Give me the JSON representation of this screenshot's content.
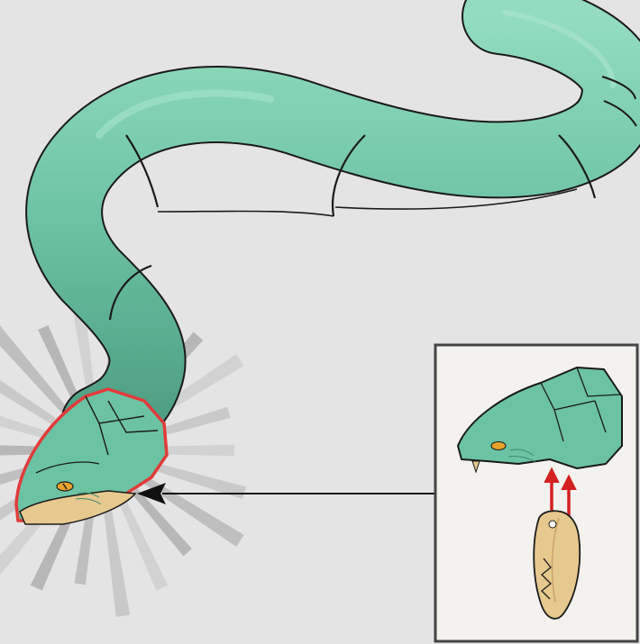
{
  "diagram": {
    "background": "#e4e4e4",
    "colors": {
      "body": "#6cc3a3",
      "body_light": "#8fd8bd",
      "body_dark": "#4f9f84",
      "outline": "#1a1a1a",
      "jaw": "#e6c98f",
      "jaw_dark": "#c9a465",
      "eye": "#e8a22a",
      "highlight": "#e23b3b",
      "arrow": "#d42020",
      "leader": "#111111",
      "inset_bg": "#f3f2ee",
      "inset_border": "#444444",
      "burst": "#9a9a9a"
    },
    "parts": {
      "snake_body": "snake-body",
      "head": "snake-head",
      "jaw": "lower-jaw",
      "inset": "assembly-detail"
    }
  }
}
